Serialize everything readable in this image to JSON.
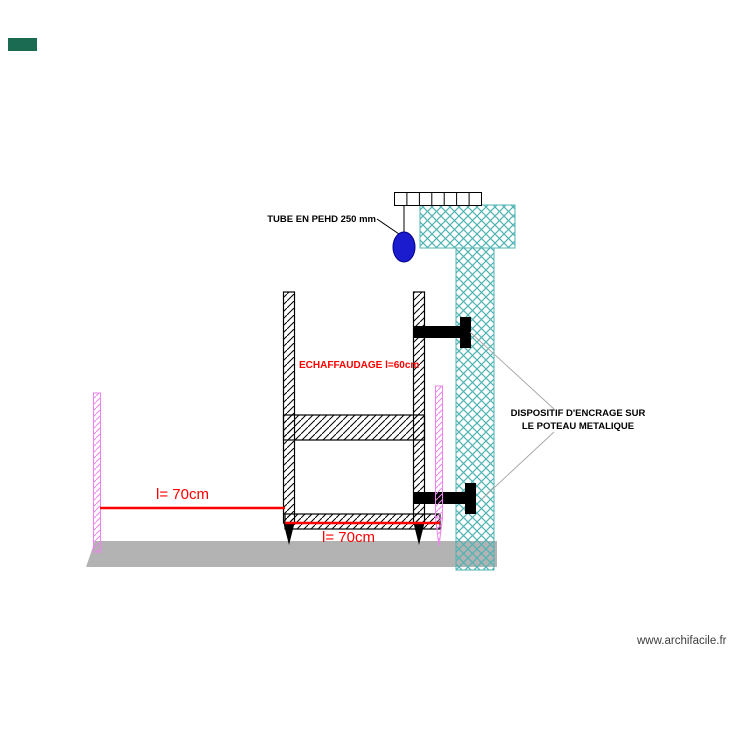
{
  "page": {
    "watermark": "www.archifacile.fr"
  },
  "diagram": {
    "labels": {
      "tube": "TUBE EN PEHD 250 mm",
      "echaffaudage": "ECHAFFAUDAGE l=60cm",
      "dispositif_line1": "DISPOSITIF D'ENCRAGE SUR",
      "dispositif_line2": "LE POTEAU METALIQUE",
      "dim_left": "l= 70cm",
      "dim_bottom": "l= 70cm"
    },
    "colors": {
      "teal": "#4fb3b3",
      "pink": "#ee82ee",
      "red": "#ff0000",
      "blue": "#1c1ccf",
      "corner_marker": "#1b6b52",
      "ground": "#b3b3b3"
    }
  }
}
